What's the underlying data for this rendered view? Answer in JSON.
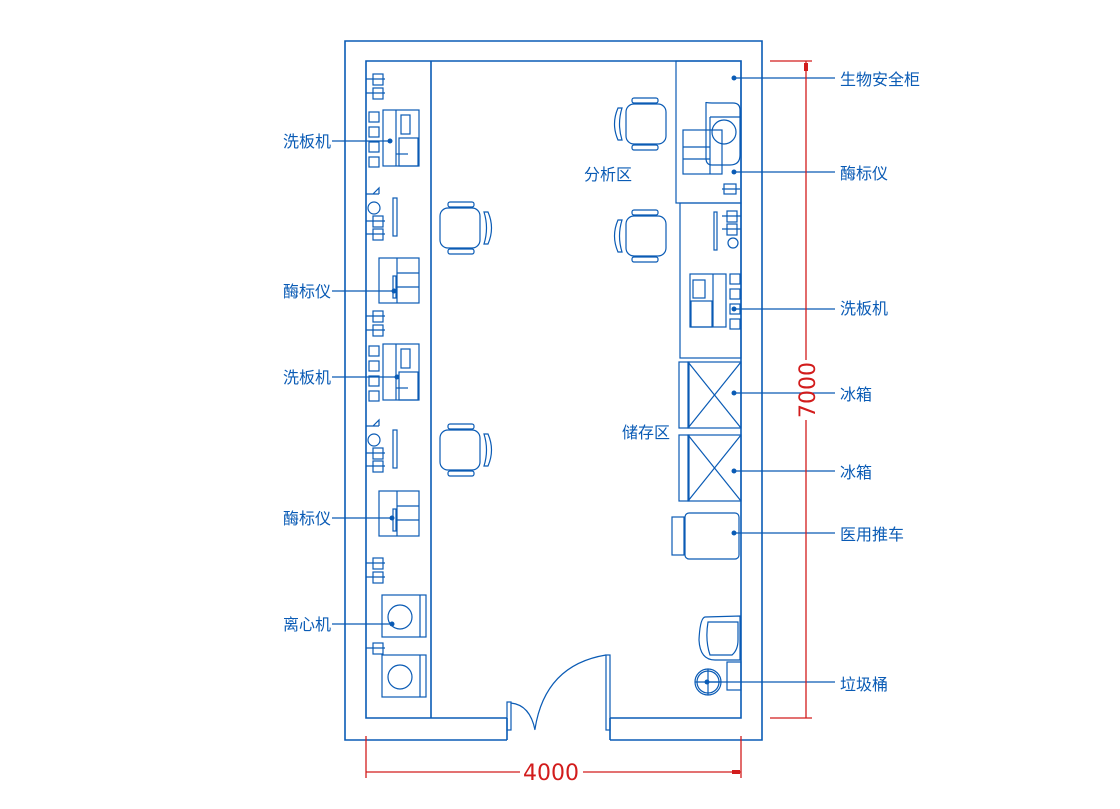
{
  "title": "实验室平面布置图",
  "colors": {
    "wall": "#0a5bb5",
    "dimension": "#d21c1c",
    "background": "#ffffff"
  },
  "dimensions": {
    "width": "4000",
    "height": "7000"
  },
  "zones": {
    "analysis": "分析区",
    "storage": "储存区"
  },
  "left_labels": [
    {
      "id": "washer-1",
      "text": "洗板机"
    },
    {
      "id": "reader-1",
      "text": "酶标仪"
    },
    {
      "id": "washer-2",
      "text": "洗板机"
    },
    {
      "id": "reader-2",
      "text": "酶标仪"
    },
    {
      "id": "centrifuge",
      "text": "离心机"
    }
  ],
  "right_labels": [
    {
      "id": "biosafety-cabinet",
      "text": "生物安全柜"
    },
    {
      "id": "reader-3",
      "text": "酶标仪"
    },
    {
      "id": "washer-3",
      "text": "洗板机"
    },
    {
      "id": "fridge-1",
      "text": "冰箱"
    },
    {
      "id": "fridge-2",
      "text": "冰箱"
    },
    {
      "id": "medical-cart",
      "text": "医用推车"
    },
    {
      "id": "trash-bin",
      "text": "垃圾桶"
    }
  ]
}
